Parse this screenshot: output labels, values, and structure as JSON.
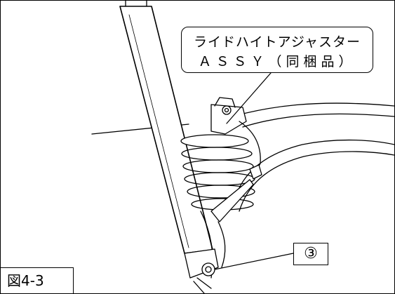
{
  "callout": {
    "line1": "ライドハイトアジャスター",
    "line2": "ＡＳＳＹ（同梱品）"
  },
  "part_number": "③",
  "figure_label": "図4-3",
  "colors": {
    "line": "#000000",
    "background": "#ffffff"
  }
}
